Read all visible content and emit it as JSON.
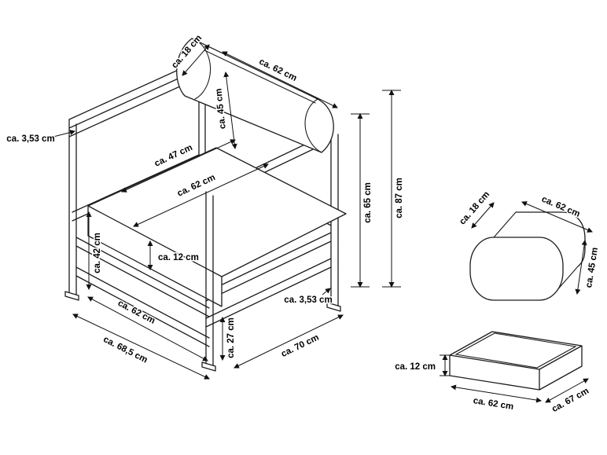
{
  "diagram": {
    "background": "#ffffff",
    "line_color": "#1c1c1c",
    "main_view": {
      "back_depth": "ca. 18 cm",
      "back_width": "ca. 62 cm",
      "back_height": "ca. 45 cm",
      "tube_left": "ca. 3,53 cm",
      "seat_width_inner": "ca. 47 cm",
      "seat_width": "ca. 62 cm",
      "seat_cushion_thickness": "ca. 12 cm",
      "seat_height": "ca. 42 cm",
      "base_width_inner": "ca. 62 cm",
      "base_width_outer": "ca. 68,5 cm",
      "front_leg_height": "ca. 27 cm",
      "depth": "ca. 70 cm",
      "tube_right": "ca. 3,53 cm",
      "frame_height": "ca. 65 cm",
      "total_height": "ca. 87 cm"
    },
    "back_cushion_view": {
      "depth": "ca. 18 cm",
      "width": "ca. 62 cm",
      "height": "ca. 45 cm"
    },
    "seat_cushion_view": {
      "thickness": "ca. 12 cm",
      "width": "ca. 62 cm",
      "depth": "ca. 67 cm"
    }
  }
}
